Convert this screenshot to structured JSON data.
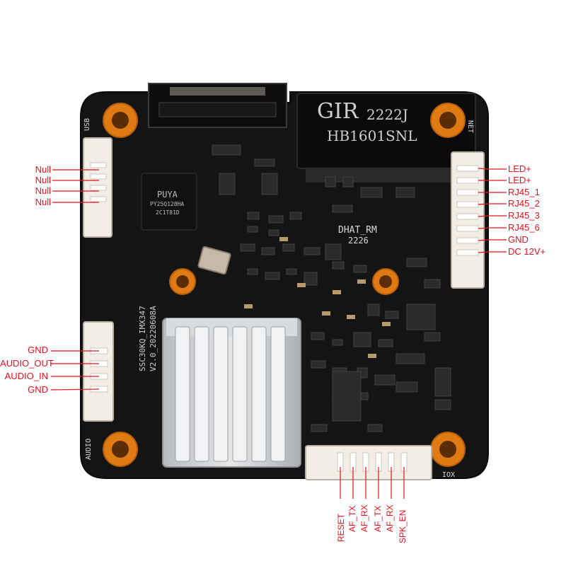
{
  "colors": {
    "label": "#e8121f",
    "board": "#141414",
    "connector": "#f2ede6",
    "pad": "#e07a12",
    "heatsink": "#cfd2d4"
  },
  "board": {
    "chip_brand": "GIR",
    "chip_code": "2222J",
    "chip_part": "HB1601SNL",
    "flash_brand": "PUYA",
    "flash_part": "PY25Q128HA",
    "flash_lot": "2C1T81D",
    "model": "SSC30KQ_IMX347",
    "version": "V2.0_20220608A",
    "net_id": "DHAT_RM",
    "net_rev": "2226",
    "port_usb": "USB",
    "port_net": "NET",
    "port_audio": "AUDIO",
    "port_iox": "IOX"
  },
  "usb_pins": [
    "Null",
    "Null",
    "Null",
    "Null"
  ],
  "net_pins": [
    "LED+",
    "LED+",
    "RJ45_1",
    "RJ45_2",
    "RJ45_3",
    "RJ45_6",
    "GND",
    "DC 12V+"
  ],
  "audio_pins": [
    "GND",
    "AUDIO_OUT",
    "AUDIO_IN",
    "GND"
  ],
  "iox_pins": [
    "RESET",
    "AF_TX",
    "AF_RX",
    "AF_TX",
    "AF_RX",
    "SPK_EN"
  ]
}
